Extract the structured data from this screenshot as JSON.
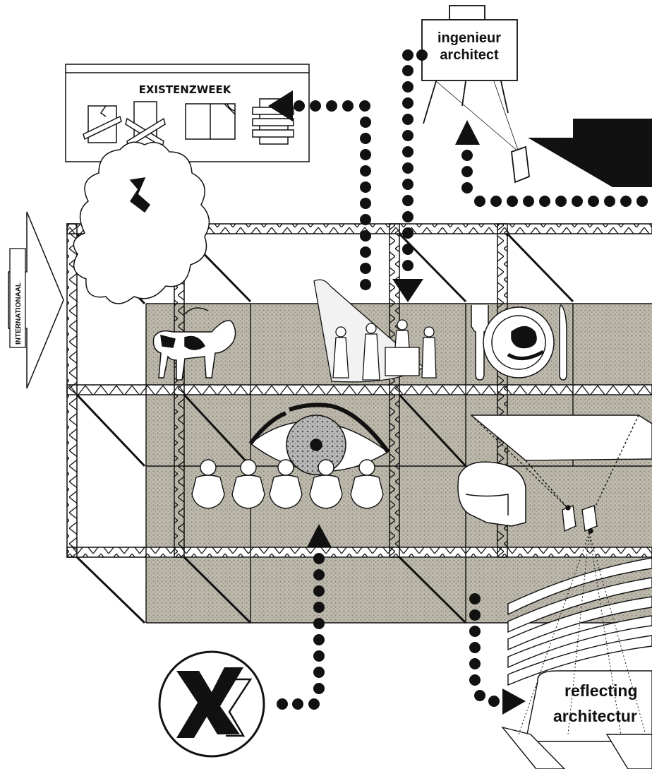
{
  "labels": {
    "existenzweek": "EXISTENZWEEK",
    "internationaal": "INTERNATIONAAL",
    "ingenieur": "ingenieur",
    "architect": "architect",
    "reflecting": "reflecting",
    "architecture": "architectur"
  },
  "colors": {
    "ink": "#111111",
    "texture": "#b9b5a8",
    "texture_dot": "#8f8b80",
    "paper": "#ffffff"
  }
}
